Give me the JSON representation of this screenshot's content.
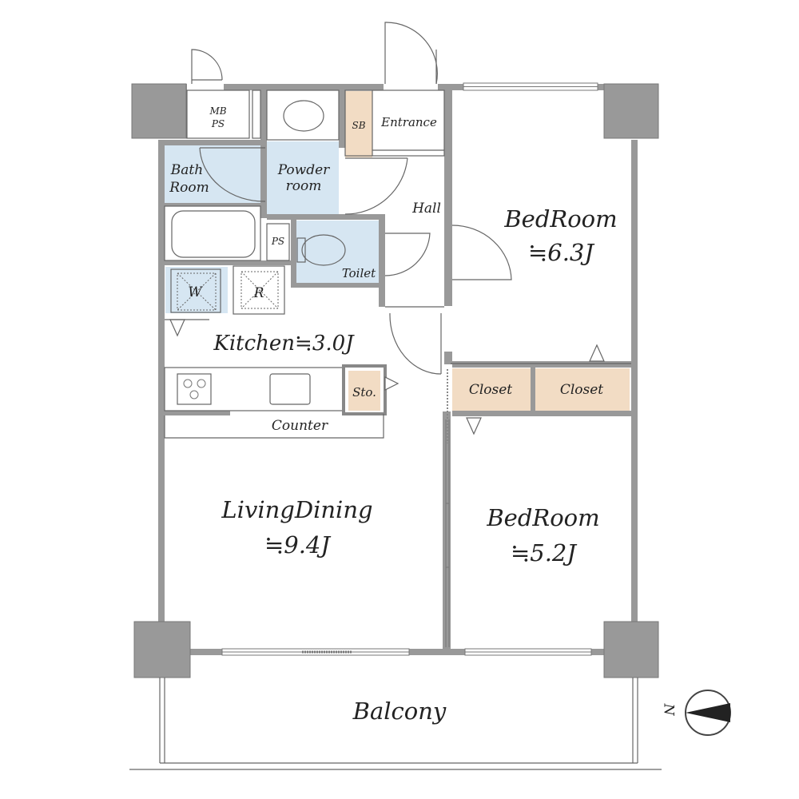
{
  "rooms": {
    "mb_ps_line1": "MB",
    "mb_ps_line2": "PS",
    "sb": "SB",
    "entrance": "Entrance",
    "bath_line1": "Bath",
    "bath_line2": "Room",
    "powder_line1": "Powder",
    "powder_line2": "room",
    "hall": "Hall",
    "ps": "PS",
    "toilet": "Toilet",
    "washer": "W",
    "fridge": "R",
    "kitchen": "Kitchen≒3.0J",
    "storage": "Sto.",
    "counter": "Counter",
    "bedroom1_name": "BedRoom",
    "bedroom1_size": "≒6.3J",
    "closet1": "Closet",
    "closet2": "Closet",
    "living_name": "LivingDining",
    "living_size": "≒9.4J",
    "bedroom2_name": "BedRoom",
    "bedroom2_size": "≒5.2J",
    "balcony": "Balcony"
  },
  "compass": {
    "north_label": "N"
  },
  "colors": {
    "wet_area": "#d6e6f2",
    "storage": "#f2dcc4",
    "wall": "#999999"
  }
}
